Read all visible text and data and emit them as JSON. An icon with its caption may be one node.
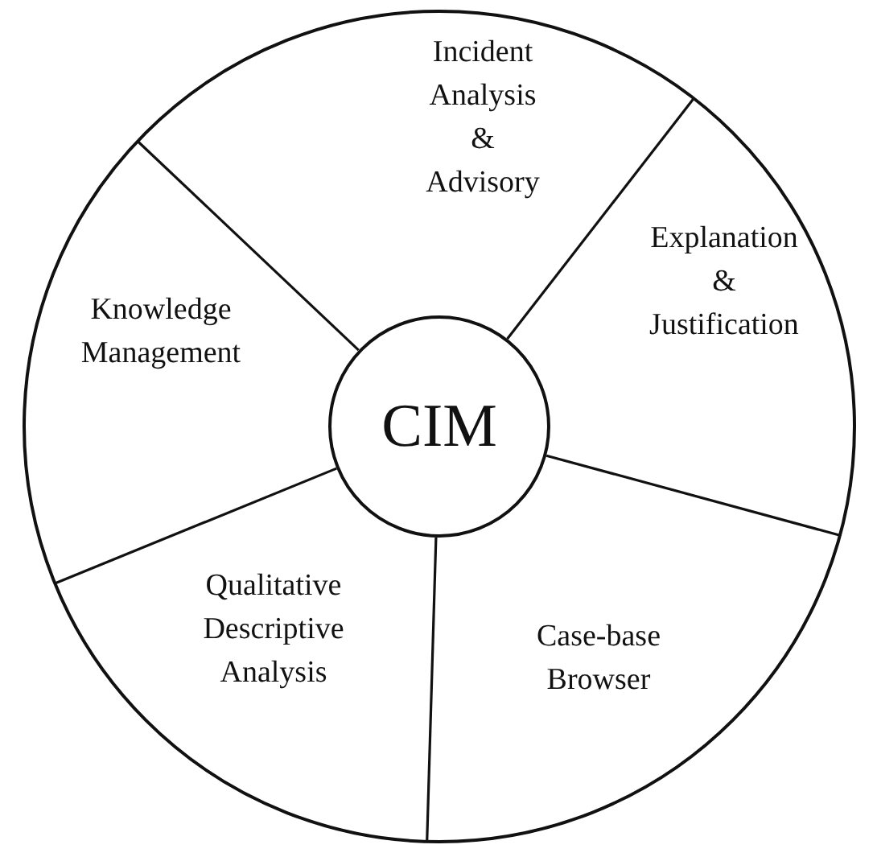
{
  "diagram": {
    "nodes": [
      {
        "text": [],
        "shape": "circle"
      },
      {
        "text": [
          "Incident Analysis & Advisory"
        ],
        "in": 0
      },
      {
        "text": [
          "Explanation & Justification"
        ],
        "in": 0
      },
      {
        "text": [
          "Knowledge Management"
        ],
        "in": 0
      },
      {
        "text": [
          "CIM"
        ],
        "in": 0
      },
      {
        "text": [
          "Qualitative Descriptive Analysis"
        ],
        "in": 0
      },
      {
        "text": [
          "Case-base Browser"
        ],
        "in": 0
      }
    ]
  }
}
